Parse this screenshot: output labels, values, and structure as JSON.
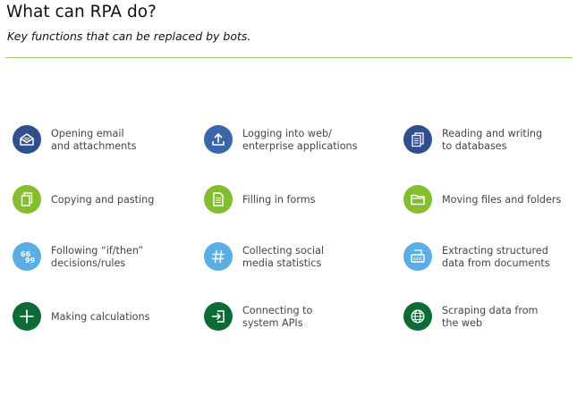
{
  "header": {
    "title": "What can RPA do?",
    "subtitle": "Key functions that can be replaced by bots."
  },
  "colors": {
    "navy": "#2f4f8f",
    "steel_blue": "#3b67a9",
    "lime": "#84bd2e",
    "sky": "#5aaee3",
    "dark_green": "#0d6b35",
    "rule": "#a4c96a"
  },
  "items": [
    {
      "icon": "envelope-icon",
      "lines": [
        "Opening email",
        "and attachments"
      ]
    },
    {
      "icon": "upload-icon",
      "lines": [
        "Logging into web/",
        "enterprise applications"
      ]
    },
    {
      "icon": "documents-icon",
      "lines": [
        "Reading and writing",
        "to databases"
      ]
    },
    {
      "icon": "copy-icon",
      "lines": [
        "Copying and pasting"
      ]
    },
    {
      "icon": "form-icon",
      "lines": [
        "Filling in forms"
      ]
    },
    {
      "icon": "folder-icon",
      "lines": [
        "Moving files and folders"
      ]
    },
    {
      "icon": "quote-icon",
      "lines": [
        "Following “if/then”",
        "decisions/rules"
      ]
    },
    {
      "icon": "hashtag-icon",
      "lines": [
        "Collecting social",
        "media statistics"
      ]
    },
    {
      "icon": "scanner-icon",
      "lines": [
        "Extracting structured",
        "data from documents"
      ]
    },
    {
      "icon": "plus-icon",
      "lines": [
        "Making calculations"
      ]
    },
    {
      "icon": "login-icon",
      "lines": [
        "Connecting to",
        "system APIs"
      ]
    },
    {
      "icon": "globe-icon",
      "lines": [
        "Scraping data from",
        "the web"
      ]
    }
  ]
}
